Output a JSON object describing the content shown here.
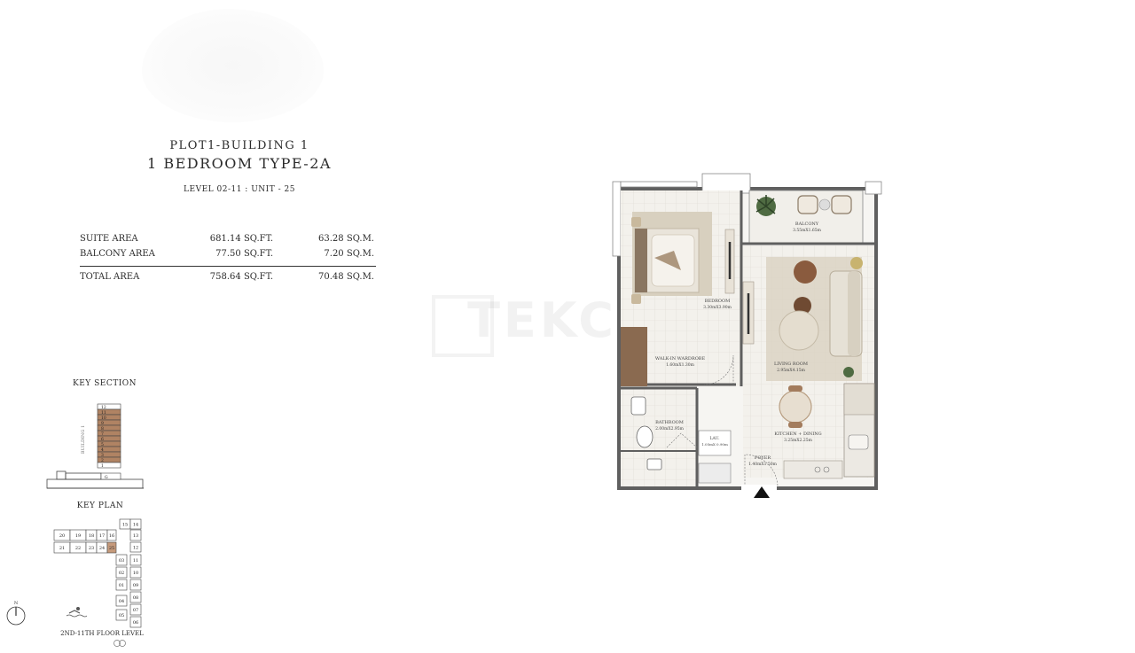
{
  "header": {
    "plot_building": "PLOT1-BUILDING 1",
    "unit_type": "1 BEDROOM TYPE-2A",
    "level_unit": "LEVEL 02-11 :   UNIT - 25"
  },
  "areas": [
    {
      "label": "SUITE AREA",
      "sqft": "681.14 SQ.FT.",
      "sqm": "63.28 SQ.M."
    },
    {
      "label": "BALCONY AREA",
      "sqft": "77.50 SQ.FT.",
      "sqm": "7.20 SQ.M."
    }
  ],
  "total": {
    "label": "TOTAL AREA",
    "sqft": "758.64 SQ.FT.",
    "sqm": "70.48 SQ.M."
  },
  "key_section": {
    "title": "KEY SECTION",
    "building_label": "BUILDING 1",
    "floors": [
      "12",
      "11",
      "10",
      "9",
      "8",
      "7",
      "6",
      "5",
      "4",
      "3",
      "2",
      "1",
      "G"
    ]
  },
  "key_plan": {
    "title": "KEY PLAN",
    "units": [
      "20",
      "19",
      "18",
      "17",
      "16",
      "15",
      "14",
      "13",
      "21",
      "22",
      "23",
      "24",
      "25",
      "12",
      "03",
      "11",
      "02",
      "10",
      "01",
      "09",
      "08",
      "04",
      "07",
      "05",
      "06"
    ],
    "highlighted": "25",
    "floor_level": "2ND-11TH FLOOR LEVEL",
    "north_label": "N"
  },
  "floor_plan": {
    "rooms": [
      {
        "name": "BALCONY",
        "dims": "3.55mX1.65m"
      },
      {
        "name": "BEDROOM",
        "dims": "3.30mX3.90m"
      },
      {
        "name": "LIVING ROOM",
        "dims": "2.95mX4.15m"
      },
      {
        "name": "WALK-IN WARDROBE",
        "dims": "1.60mX1.30m"
      },
      {
        "name": "BATHROOM",
        "dims": "2.00mX2.95m"
      },
      {
        "name": "LAU.",
        "dims": "1.05mX 0.90m"
      },
      {
        "name": "KITCHEN + DINING",
        "dims": "3.25mX2.25m"
      },
      {
        "name": "FOYER",
        "dims": "1.40mX1.50m"
      }
    ]
  },
  "watermark": "TEKCE",
  "colors": {
    "wall": "#5f5f5f",
    "floor": "#eceae4",
    "tile": "#f4f2ed",
    "rug": "#d9d2c2",
    "wood": "#8a5b3e",
    "accent": "#b08363"
  }
}
